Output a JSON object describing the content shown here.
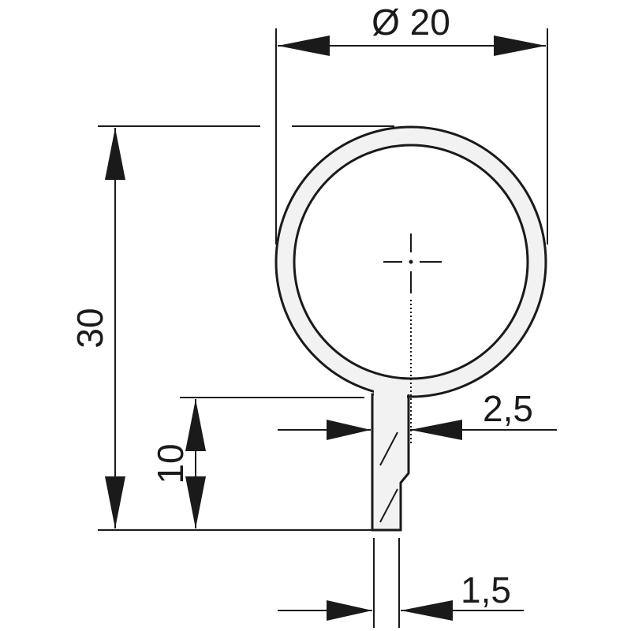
{
  "dimensions": {
    "diameter": "Ø 20",
    "total_height": "30",
    "web_height": "10",
    "web_thickness": "2,5",
    "tip_thickness": "1,5"
  },
  "colors": {
    "line": "#1a1a1a",
    "profile_fill": "#f2f2f2",
    "background": "#ffffff"
  }
}
